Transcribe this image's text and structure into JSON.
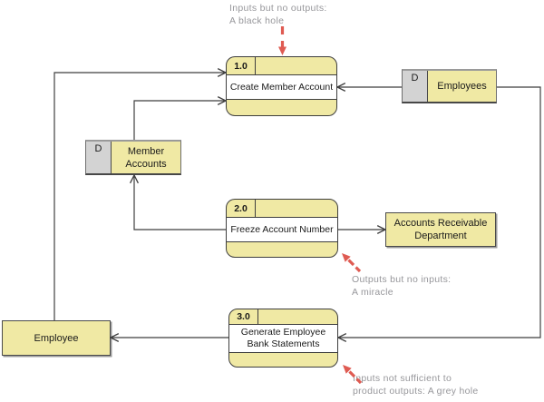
{
  "diagram_type": "data-flow-diagram",
  "palette": {
    "node_yellow": "#F0E9A4",
    "store_tag_grey": "#D3D3D3",
    "line_color": "#3F3F3F",
    "annotation_grey": "#97979B",
    "callout_red": "#DF5B52"
  },
  "processes": [
    {
      "number": "1.0",
      "name": "Create Member Account"
    },
    {
      "number": "2.0",
      "name": "Freeze Account Number"
    },
    {
      "number": "3.0",
      "name": "Generate Employee Bank Statements"
    }
  ],
  "data_stores": [
    {
      "tag": "D",
      "name": "Employees"
    },
    {
      "tag": "D",
      "name": "Member Accounts"
    }
  ],
  "external_entities": [
    {
      "name": "Accounts Receivable Department"
    },
    {
      "name": "Employee"
    }
  ],
  "annotations": [
    {
      "text": "Inputs but no outputs:\nA black hole"
    },
    {
      "text": "Outputs but no inputs:\nA miracle"
    },
    {
      "text": "Inputs not sufficient to\nproduct outputs: A grey hole"
    }
  ]
}
